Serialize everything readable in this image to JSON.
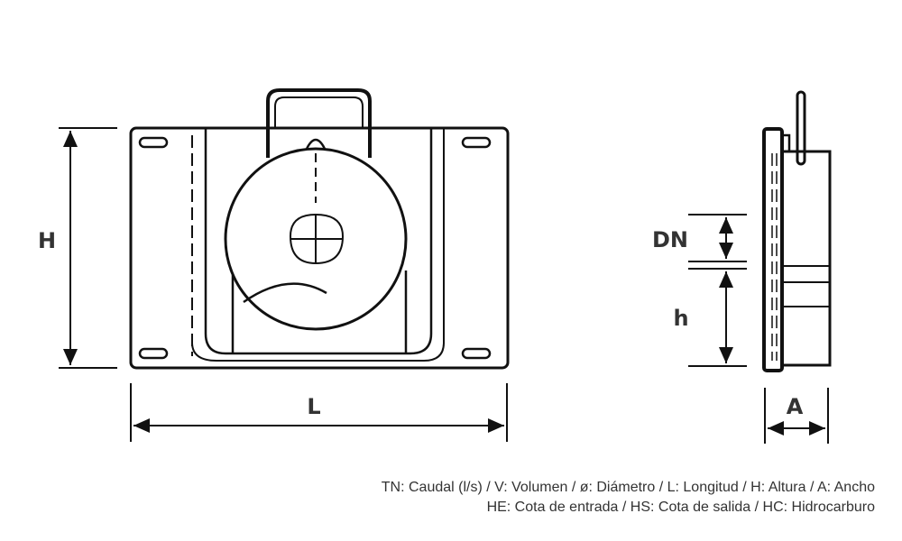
{
  "labels": {
    "H": "H",
    "L": "L",
    "DN": "DN",
    "h": "h",
    "A": "A"
  },
  "caption": {
    "line1": "TN: Caudal (l/s) / V: Volumen / ø: Diámetro / L: Longitud / H: Altura / A: Ancho",
    "line2": "HE: Cota de entrada / HS: Cota de salida / HC: Hidrocarburo"
  }
}
